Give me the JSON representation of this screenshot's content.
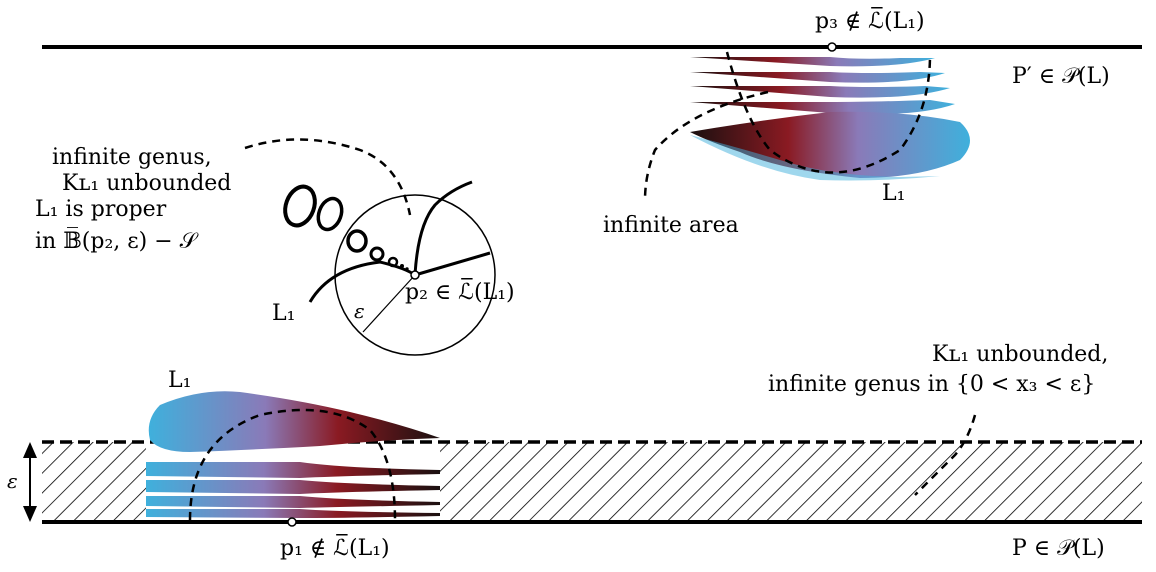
{
  "labels": {
    "p3": "p₃ ∉ ℒ̅(L₁)",
    "p_prime": "P′ ∈ 𝒫(L)",
    "l1_top": "L₁",
    "infinite_area": "infinite area",
    "genus_line1": "infinite genus,",
    "genus_line2": "Kʟ₁ unbounded",
    "genus_line3": "L₁ is proper",
    "genus_line4": "in 𝔹̅(p₂, ε) − 𝒮",
    "p2": "p₂ ∈ ℒ̅(L₁)",
    "l1_mid": "L₁",
    "eps_circle": "ε",
    "k_line1": "Kʟ₁  unbounded,",
    "k_line2": "infinite genus in {0 < x₃ < ε}",
    "l1_bottom": "L₁",
    "eps_slab": "ε",
    "p1": "p₁ ∉ ℒ̅(L₁)",
    "p_bottom": "P ∈ 𝒫(L)"
  },
  "colors": {
    "line": "#000000",
    "surface_blue": "#3fb0dc",
    "surface_dark": "#1a1010",
    "surface_red": "#8a1a22",
    "surface_violet": "#7a6aa8"
  }
}
